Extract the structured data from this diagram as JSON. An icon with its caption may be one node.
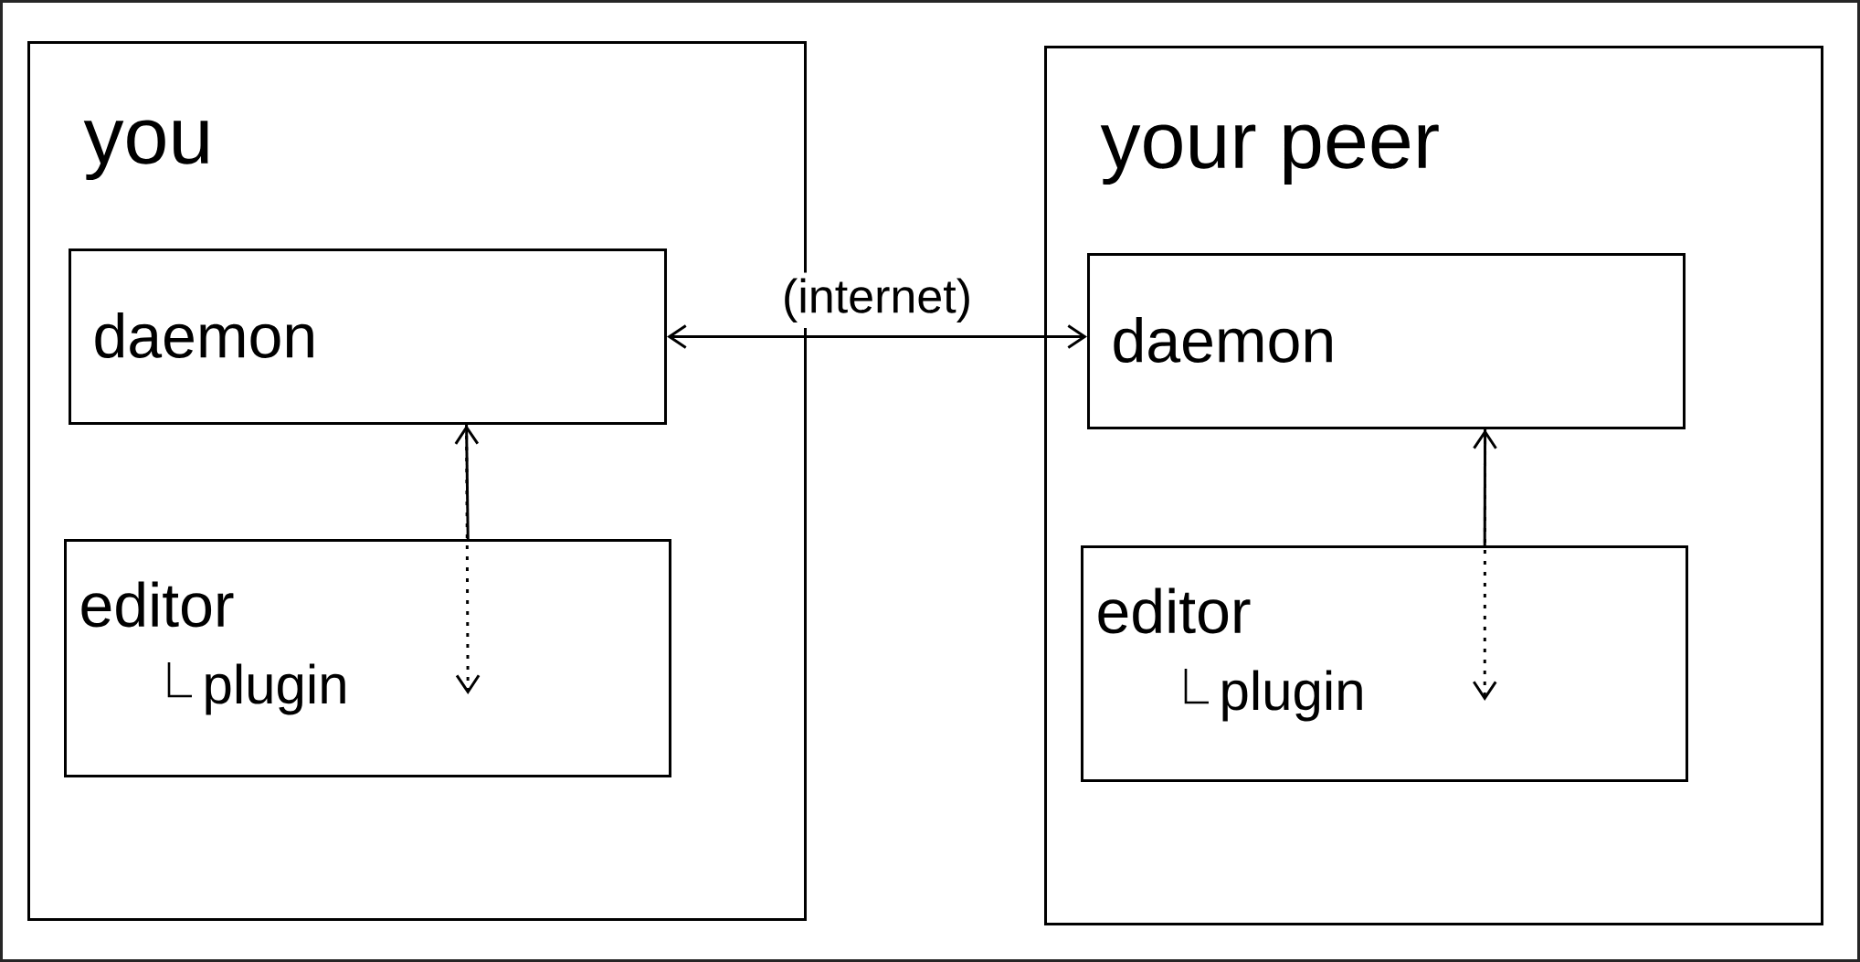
{
  "diagram": {
    "nodes": [
      {
        "text": [
          "you"
        ]
      },
      {
        "text": [
          "daemon"
        ],
        "in": 0
      },
      {
        "text": [
          "editor",
          "plugin"
        ],
        "in": 0
      },
      {
        "text": [
          "your peer"
        ]
      },
      {
        "text": [
          "daemon"
        ],
        "in": 3
      },
      {
        "text": [
          "editor",
          "plugin"
        ],
        "in": 3
      }
    ],
    "edges": [
      {
        "from": 1,
        "to": 4,
        "arrow": "both",
        "label": "(internet)"
      },
      {
        "from": 2,
        "to": 1,
        "arrow": "to"
      },
      {
        "from": 1,
        "to": 2,
        "arrow": "to",
        "style": "dashed"
      },
      {
        "from": 5,
        "to": 4,
        "arrow": "to"
      },
      {
        "from": 4,
        "to": 5,
        "arrow": "to",
        "style": "dashed"
      }
    ]
  }
}
